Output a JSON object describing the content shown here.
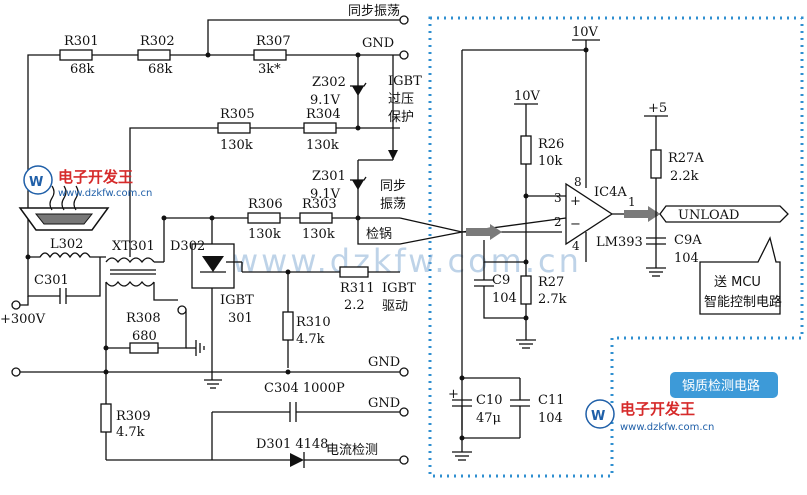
{
  "labels": {
    "sync_osc_top": "同步振荡",
    "gnd": "GND",
    "r301": "R301",
    "r301_val": "68k",
    "r302": "R302",
    "r302_val": "68k",
    "r307": "R307",
    "r307_val": "3k*",
    "z302": "Z302",
    "z302_val": "9.1V",
    "z301": "Z301",
    "z301_val": "9.1V",
    "igbt_over_l1": "IGBT",
    "igbt_over_l2": "过压",
    "igbt_over_l3": "保护",
    "r305": "R305",
    "r305_val": "130k",
    "r304": "R304",
    "r304_val": "130k",
    "r306": "R306",
    "r306_val": "130k",
    "r303": "R303",
    "r303_val": "130k",
    "sync_mid_l1": "同步",
    "sync_mid_l2": "振荡",
    "pan_detect": "检锅",
    "l302": "L302",
    "xt301": "XT301",
    "c301": "C301",
    "v300": "+300V",
    "d302": "D302",
    "igbt_dev": "IGBT",
    "igbt_dev_num": "301",
    "r311": "R311",
    "r311_val": "2.2",
    "igbt_drive_l1": "IGBT",
    "igbt_drive_l2": "驱动",
    "r308": "R308",
    "r308_val": "680",
    "r310": "R310",
    "r310_val": "4.7k",
    "c304": "C304 1000P",
    "r309": "R309",
    "r309_val": "4.7k",
    "d301": "D301 4148",
    "current_detect": "电流检测",
    "v10_top": "10V",
    "v10_mid": "10V",
    "r26": "R26",
    "r26_val": "10k",
    "ic4a": "IC4A",
    "pin8": "8",
    "pin3": "3",
    "pin2": "2",
    "pin4": "4",
    "pin1": "1",
    "plus": "+",
    "minus": "−",
    "lm393": "LM393",
    "c9": "C9",
    "c9_val": "104",
    "r27": "R27",
    "r27_val": "2.7k",
    "p5": "+5",
    "r27a": "R27A",
    "r27a_val": "2.2k",
    "unload": "UNLOAD",
    "c9a": "C9A",
    "c9a_val": "104",
    "mcu_l1": "送 MCU",
    "mcu_l2": "智能控制电路",
    "c10": "C10",
    "c10_val": "47μ",
    "c11": "C11",
    "c11_val": "104",
    "section_label": "锅质检测电路",
    "watermark": "www.dzkfw.com.cn",
    "logo_title": "电子开发王",
    "logo_url": "www.dzkfw.com.cn"
  },
  "colors": {
    "highlight_border": "#2f8fd0",
    "section_label_bg": "#3d9ad8",
    "arrow_gray": "#7a7a7a"
  }
}
